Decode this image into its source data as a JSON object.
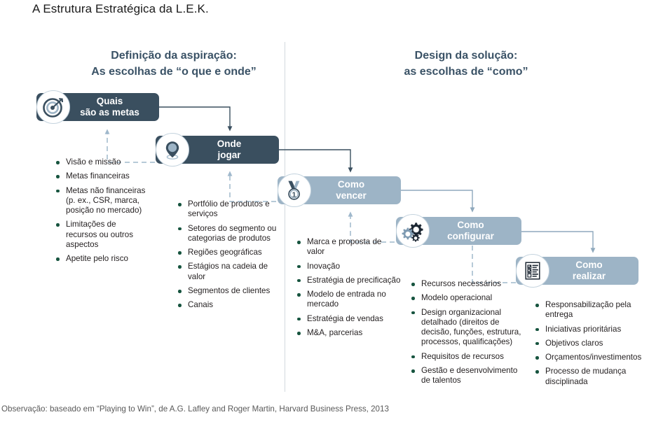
{
  "title": "A Estrutura Estratégica da L.E.K.",
  "sections": [
    {
      "name": "aspiration",
      "line1": "Definição da aspiração:",
      "line2": "As escolhas de “o que e onde”"
    },
    {
      "name": "solution-design",
      "line1": "Design da solução:",
      "line2": "as escolhas de “como”"
    }
  ],
  "nodes": [
    {
      "id": "quais-sao-as-metas",
      "icon": "target-icon",
      "line1": "Quais",
      "line2": "são as metas",
      "style": "dark"
    },
    {
      "id": "onde-jogar",
      "icon": "map-pin-icon",
      "line1": "Onde",
      "line2": "jogar",
      "style": "dark"
    },
    {
      "id": "como-vencer",
      "icon": "medal-icon",
      "line1": "Como",
      "line2": "vencer",
      "style": "light"
    },
    {
      "id": "como-configurar",
      "icon": "gears-icon",
      "line1": "Como",
      "line2": "configurar",
      "style": "light"
    },
    {
      "id": "como-realizar",
      "icon": "checklist-icon",
      "line1": "Como",
      "line2": "realizar",
      "style": "light"
    }
  ],
  "bullet_groups": [
    {
      "id": "metas-bullets",
      "items": [
        "Visão e missão",
        "Metas financeiras",
        "Metas não financeiras (p. ex., CSR, marca, posição no mercado)",
        "Limitações de recursos ou outros aspectos",
        "Apetite pelo risco"
      ]
    },
    {
      "id": "onde-jogar-bullets",
      "items": [
        "Portfólio de produtos e serviços",
        "Setores do segmento ou categorias de produtos",
        "Regiões geográficas",
        "Estágios na cadeia de valor",
        "Segmentos de clientes",
        "Canais"
      ]
    },
    {
      "id": "como-vencer-bullets",
      "items": [
        "Marca e proposta de valor",
        "Inovação",
        "Estratégia de precificação",
        "Modelo de entrada no mercado",
        "Estratégia de vendas",
        "M&A, parcerias"
      ]
    },
    {
      "id": "como-configurar-bullets",
      "items": [
        "Recursos necessários",
        "Modelo operacional",
        "Design organizacional detalhado (direitos de decisão, funções, estrutura, processos, qualificações)",
        "Requisitos de recursos",
        "Gestão e desenvolvimento de talentos"
      ]
    },
    {
      "id": "como-realizar-bullets",
      "items": [
        "Responsabilização pela entrega",
        "Iniciativas prioritárias",
        "Objetivos claros",
        "Orçamentos/investimentos",
        "Processo de mudança disciplinada"
      ]
    }
  ],
  "footnote": "Observação: baseado em “Playing to Win”, de A.G. Lafley and Roger Martin, Harvard Business Press, 2013",
  "colors": {
    "dark_box": "#3a4f5f",
    "light_box": "#9db4c6",
    "header_text": "#3a5266",
    "bullet_marker": "#17543f",
    "connector_dark": "#3a4f5f",
    "connector_light": "#8fa9bd",
    "icon_ring": "#c4d3de"
  }
}
